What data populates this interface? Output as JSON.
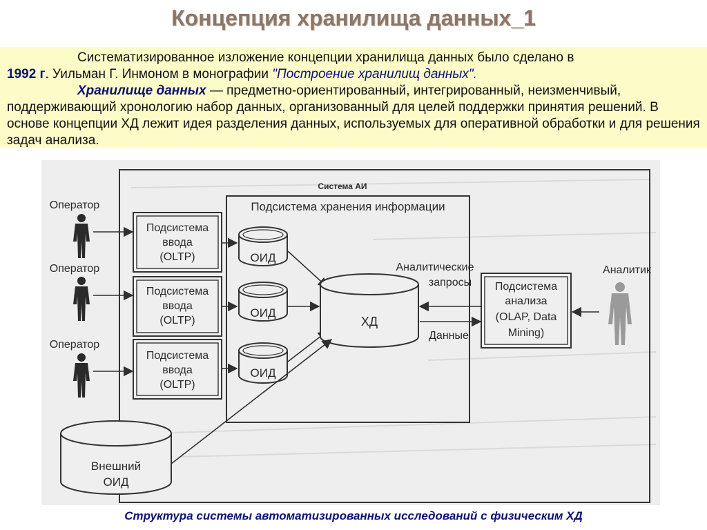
{
  "title": "Концепция хранилища данных_1",
  "intro": {
    "line1": "Систематизированное изложение концепции хранилища данных было сделано в",
    "year": "1992 г",
    "line2_mid": ". Уильман Г. Инмоном  в монографии ",
    "book": "\"Построение хранилищ данных\".",
    "term": "Хранилище данных",
    "definition": " — предметно-ориентированный, интегрированный, неизменчивый, поддерживающий хронологию набор данных, организованный для целей поддержки принятия решений. В основе концепции  ХД лежит идея разделения данных, используемых  для оперативной обработки и для решения задач анализа."
  },
  "diagram": {
    "system_label": "Система АИ",
    "storage_label": "Подсистема хранения информации",
    "operators": [
      "Оператор",
      "Оператор",
      "Оператор"
    ],
    "input_subsystems": [
      {
        "line1": "Подсистема",
        "line2": "ввода",
        "line3": "(OLTP)"
      },
      {
        "line1": "Подсистема",
        "line2": "ввода",
        "line3": "(OLTP)"
      },
      {
        "line1": "Подсистема",
        "line2": "ввода",
        "line3": "(OLTP)"
      }
    ],
    "oid_labels": [
      "ОИД",
      "ОИД",
      "ОИД"
    ],
    "warehouse_label": "ХД",
    "analytic_queries": [
      "Аналитические",
      "запросы"
    ],
    "data_label": "Данные",
    "analysis_subsystem": [
      "Подсистема",
      "анализа",
      "(OLAP, Data",
      "Mining)"
    ],
    "analyst_label": "Аналитик",
    "external_oid": [
      "Внешний",
      "ОИД"
    ]
  },
  "caption": "Структура системы автоматизированных исследований с физическим ХД"
}
